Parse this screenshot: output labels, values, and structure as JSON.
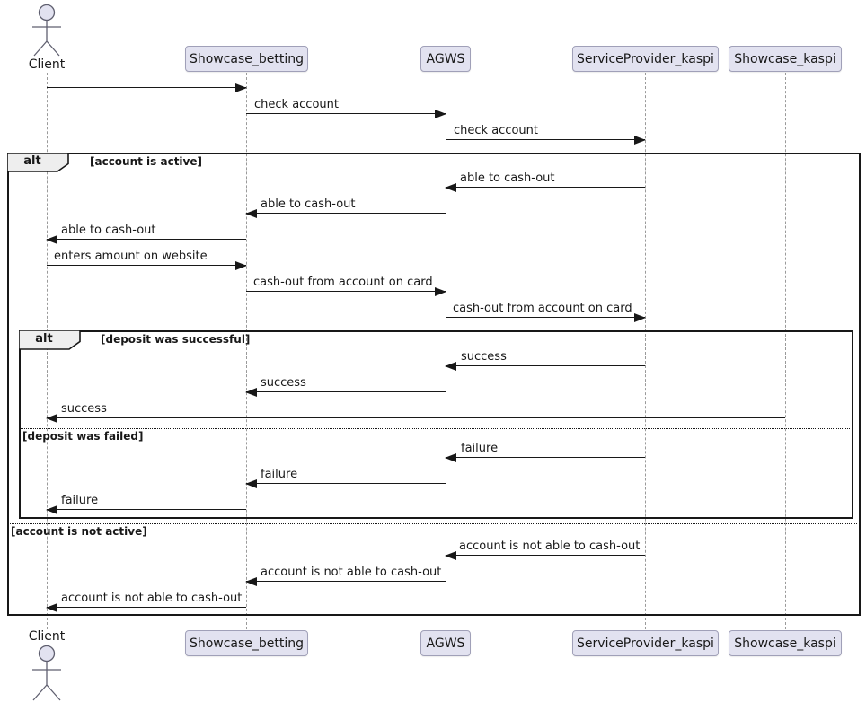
{
  "diagram_type": "uml-sequence",
  "participants": [
    {
      "name": "Client",
      "type": "actor"
    },
    {
      "name": "Showcase_betting",
      "type": "participant"
    },
    {
      "name": "AGWS",
      "type": "participant"
    },
    {
      "name": "ServiceProvider_kaspi",
      "type": "participant"
    },
    {
      "name": "Showcase_kaspi",
      "type": "participant"
    }
  ],
  "messages": [
    {
      "from": "Client",
      "to": "Showcase_betting",
      "label": ""
    },
    {
      "from": "Showcase_betting",
      "to": "AGWS",
      "label": "check account"
    },
    {
      "from": "AGWS",
      "to": "ServiceProvider_kaspi",
      "label": "check account"
    },
    {
      "from": "ServiceProvider_kaspi",
      "to": "AGWS",
      "label": "able to cash-out"
    },
    {
      "from": "AGWS",
      "to": "Showcase_betting",
      "label": "able to cash-out"
    },
    {
      "from": "Showcase_betting",
      "to": "Client",
      "label": "able to cash-out"
    },
    {
      "from": "Client",
      "to": "Showcase_betting",
      "label": "enters amount on website"
    },
    {
      "from": "Showcase_betting",
      "to": "AGWS",
      "label": "cash-out from account on card"
    },
    {
      "from": "AGWS",
      "to": "ServiceProvider_kaspi",
      "label": "cash-out from account on card"
    },
    {
      "from": "ServiceProvider_kaspi",
      "to": "AGWS",
      "label": "success"
    },
    {
      "from": "AGWS",
      "to": "Showcase_betting",
      "label": "success"
    },
    {
      "from": "Showcase_kaspi",
      "to": "Client",
      "label": "success"
    },
    {
      "from": "ServiceProvider_kaspi",
      "to": "AGWS",
      "label": "failure"
    },
    {
      "from": "AGWS",
      "to": "Showcase_betting",
      "label": "failure"
    },
    {
      "from": "Showcase_betting",
      "to": "Client",
      "label": "failure"
    },
    {
      "from": "ServiceProvider_kaspi",
      "to": "AGWS",
      "label": "account is not able to cash-out"
    },
    {
      "from": "AGWS",
      "to": "Showcase_betting",
      "label": "account is not able to cash-out"
    },
    {
      "from": "Showcase_betting",
      "to": "Client",
      "label": "account is not able to cash-out"
    }
  ],
  "fragments": [
    {
      "operator": "alt",
      "guards": [
        "[account is active]",
        "[account is not active]"
      ]
    },
    {
      "operator": "alt",
      "guards": [
        "[deposit was successful]",
        "[deposit was failed]"
      ]
    }
  ],
  "colors": {
    "participant_fill": "#E2E2F0",
    "participant_border": "#A0A0B8",
    "frame_border": "#181818",
    "operator_fill": "#EEEEEE",
    "lifeline": "#9A9A9A",
    "text": "#181818",
    "background": "#FFFFFF"
  }
}
